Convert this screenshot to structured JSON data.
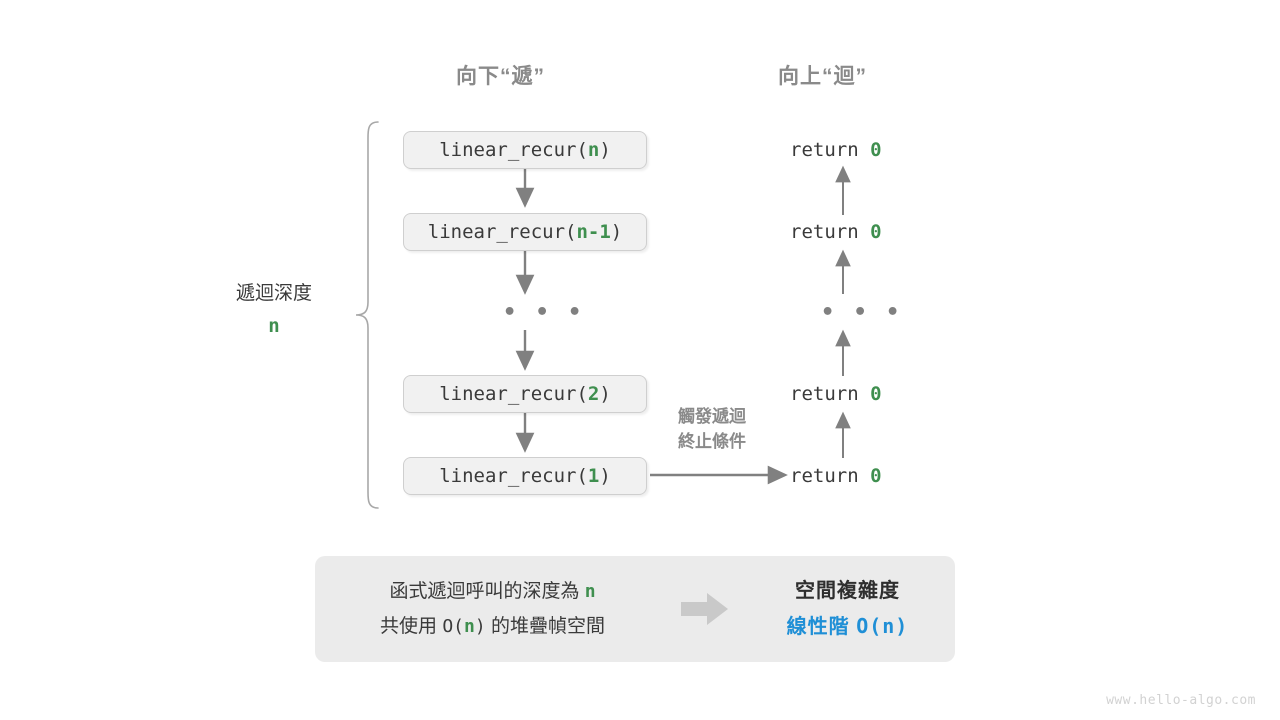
{
  "diagram": {
    "headings": {
      "descend": "向下“遞”",
      "ascend": "向上“迴”"
    },
    "depth_label": {
      "text": "遞迴深度",
      "variable": "n"
    },
    "trigger_note": {
      "line1": "觸發遞迴",
      "line2": "終止條件"
    },
    "call_stack": [
      {
        "prefix": "linear_recur(",
        "arg": "n",
        "suffix": ")"
      },
      {
        "prefix": "linear_recur(",
        "arg": "n-1",
        "suffix": ")"
      },
      {
        "ellipsis": "• • •"
      },
      {
        "prefix": "linear_recur(",
        "arg": "2",
        "suffix": ")"
      },
      {
        "prefix": "linear_recur(",
        "arg": "1",
        "suffix": ")"
      }
    ],
    "returns": [
      {
        "keyword": "return",
        "value": "0"
      },
      {
        "keyword": "return",
        "value": "0"
      },
      {
        "ellipsis": "• • •"
      },
      {
        "keyword": "return",
        "value": "0"
      },
      {
        "keyword": "return",
        "value": "0"
      }
    ]
  },
  "summary": {
    "left": {
      "line1_pre": "函式遞迴呼叫的深度為 ",
      "line1_var": "n",
      "line2_pre": "共使用 ",
      "line2_mono_open": "O(",
      "line2_var": "n",
      "line2_mono_close": ")",
      "line2_post": " 的堆疊幀空間"
    },
    "arrow": "block-arrow-right",
    "right": {
      "title": "空間複雜度",
      "value_text": "線性階 ",
      "value_mono": "O(n)"
    }
  },
  "watermark": "www.hello-algo.com",
  "colors": {
    "accent_green": "#3f8f4f",
    "accent_blue": "#1f8fd6",
    "arrow_gray": "#808080",
    "box_fill": "#f1f1f1",
    "panel_fill": "#ebebeb",
    "text_dark": "#3a3a3a",
    "heading_gray": "#8a8a8a"
  }
}
